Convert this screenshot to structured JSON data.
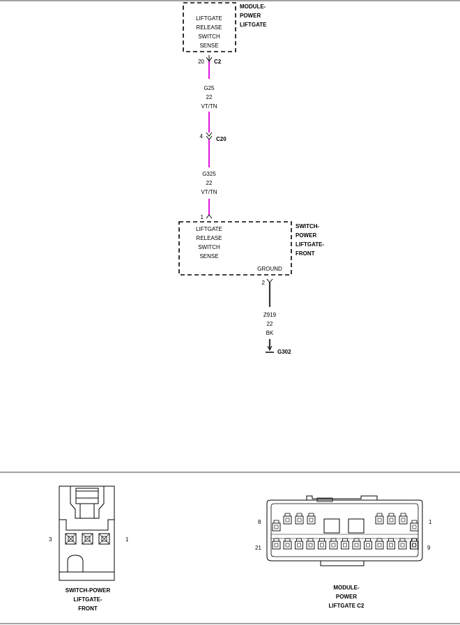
{
  "module": {
    "label_lines": [
      "MODULE-",
      "POWER",
      "LIFTGATE"
    ],
    "inner_lines": [
      "LIFTGATE",
      "RELEASE",
      "SWITCH",
      "SENSE"
    ],
    "pin": "20",
    "connector": "C2"
  },
  "wire1": {
    "circuit": "G25",
    "gauge": "22",
    "color": "VT/TN"
  },
  "inline": {
    "pin": "4",
    "connector": "C20"
  },
  "wire2": {
    "circuit": "G325",
    "gauge": "22",
    "color": "VT/TN"
  },
  "switch": {
    "pin_top": "1",
    "label_lines": [
      "SWITCH-",
      "POWER",
      "LIFTGATE-",
      "FRONT"
    ],
    "inner_lines": [
      "LIFTGATE",
      "RELEASE",
      "SWITCH",
      "SENSE"
    ],
    "ground_label": "GROUND",
    "pin_bottom": "2"
  },
  "wire3": {
    "circuit": "Z919",
    "gauge": "22",
    "color": "BK"
  },
  "ground": {
    "label": "G302"
  },
  "views": {
    "switch_view": {
      "pin_left": "3",
      "pin_right": "1",
      "caption_lines": [
        "SWITCH-POWER",
        "LIFTGATE-",
        "FRONT"
      ]
    },
    "module_view": {
      "pin_tl": "8",
      "pin_tr": "1",
      "pin_bl": "21",
      "pin_br": "9",
      "caption_lines": [
        "MODULE-",
        "POWER",
        "LIFTGATE C2"
      ]
    }
  },
  "colors": {
    "vt_tn_wire": "#e020e0",
    "bk_wire": "#333333"
  }
}
